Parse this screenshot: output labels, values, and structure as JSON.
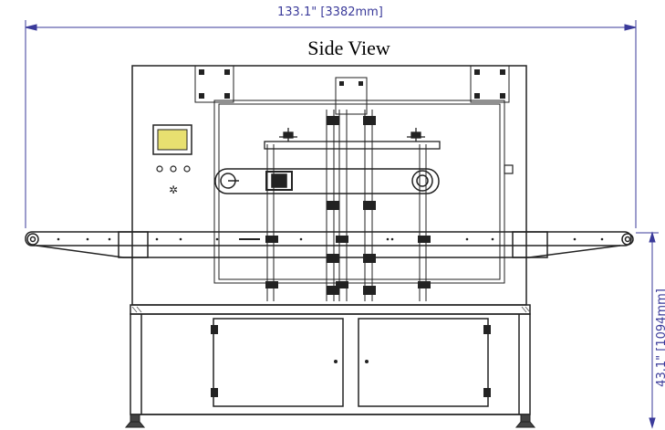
{
  "drawing": {
    "title": "Side View",
    "overall_length": "133.1\" [3382mm]",
    "height_dimension": "43.1\" [1094mm]"
  },
  "colors": {
    "line": "#222222",
    "dimension": "#3a3a9a",
    "screen_fill": "#e8e070"
  }
}
